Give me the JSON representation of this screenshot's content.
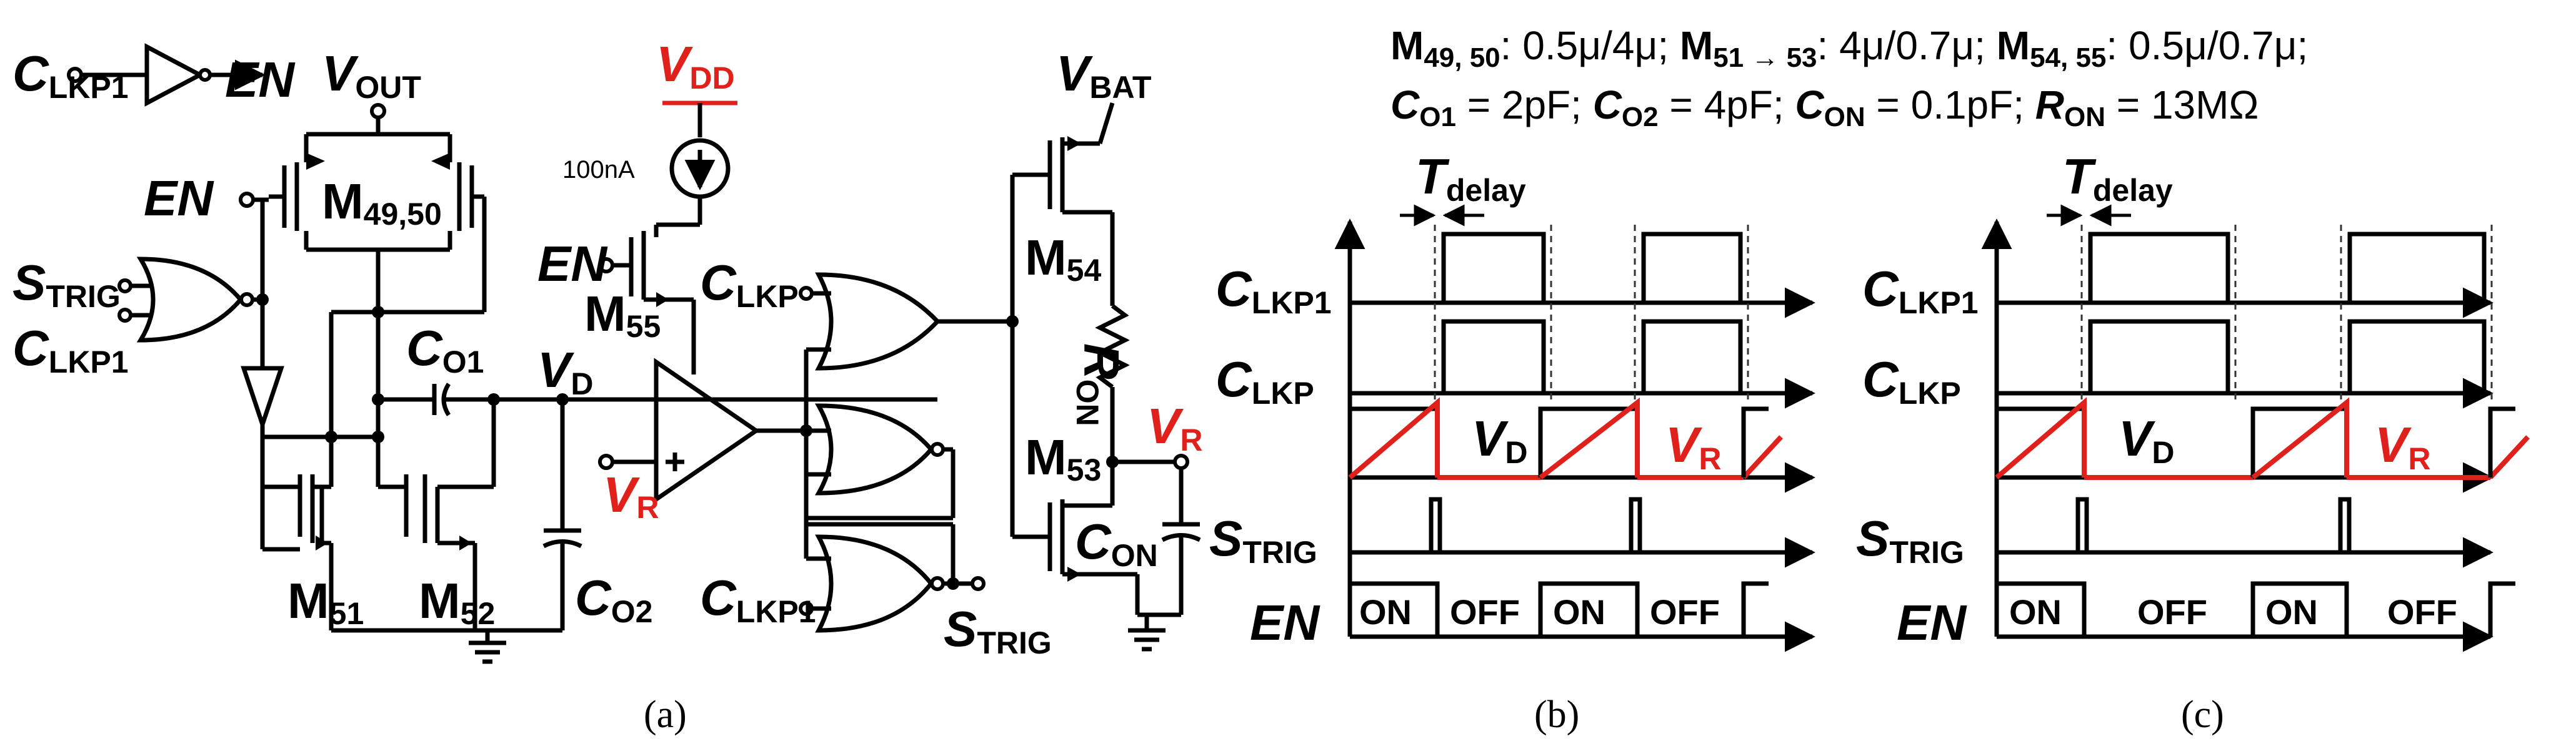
{
  "panel_a": {
    "clkp1_a": "C",
    "clkp1_a_sub": "LKP1",
    "en_out": "EN",
    "vout": "V",
    "vout_sub": "OUT",
    "en_in": "EN",
    "m4950": "M",
    "m4950_sub": "49,50",
    "strig": "S",
    "strig_sub": "TRIG",
    "clkp1_b": "C",
    "clkp1_b_sub": "LKP1",
    "co1": "C",
    "co1_sub": "O1",
    "vd": "V",
    "vd_sub": "D",
    "vdd": "V",
    "vdd_sub": "DD",
    "current": "100nA",
    "en_m55": "EN",
    "m55": "M",
    "m55_sub": "55",
    "clkp": "C",
    "clkp_sub": "LKP",
    "vr": "V",
    "vr_sub": "R",
    "m51": "M",
    "m51_sub": "51",
    "m52": "M",
    "m52_sub": "52",
    "co2": "C",
    "co2_sub": "O2",
    "clkp1_c": "C",
    "clkp1_c_sub": "LKP1",
    "strig_out": "S",
    "strig_out_sub": "TRIG",
    "vbat": "V",
    "vbat_sub": "BAT",
    "m54": "M",
    "m54_sub": "54",
    "ron": "R",
    "ron_sub": "ON",
    "vr_right": "V",
    "vr_right_sub": "R",
    "m53": "M",
    "m53_sub": "53",
    "con": "C",
    "con_sub": "ON"
  },
  "spec": {
    "line1": [
      {
        "t": "M",
        "b": true
      },
      {
        "t": "49, 50",
        "sub": true,
        "b": true
      },
      {
        "t": ": 0.5μ/4μ; "
      },
      {
        "t": "M",
        "b": true
      },
      {
        "t": "51 → 53",
        "sub": true,
        "b": true
      },
      {
        "t": ": 4μ/0.7μ; "
      },
      {
        "t": "M",
        "b": true
      },
      {
        "t": "54, 55",
        "sub": true,
        "b": true
      },
      {
        "t": ": 0.5μ/0.7μ;"
      }
    ],
    "line2": [
      {
        "t": "C",
        "b": true,
        "i": true
      },
      {
        "t": "O1",
        "sub": true,
        "b": true
      },
      {
        "t": " = 2pF; "
      },
      {
        "t": "C",
        "b": true,
        "i": true
      },
      {
        "t": "O2",
        "sub": true,
        "b": true
      },
      {
        "t": " = 4pF; "
      },
      {
        "t": "C",
        "b": true,
        "i": true
      },
      {
        "t": "ON",
        "sub": true,
        "b": true
      },
      {
        "t": " = 0.1pF; "
      },
      {
        "t": "R",
        "b": true,
        "i": true
      },
      {
        "t": "ON",
        "sub": true,
        "b": true
      },
      {
        "t": " = 13MΩ"
      }
    ]
  },
  "panel_b": {
    "tdelay": "T",
    "tdelay_sub": "delay",
    "clkp1": "C",
    "clkp1_sub": "LKP1",
    "clkp": "C",
    "clkp_sub": "LKP",
    "vd": "V",
    "vd_sub": "D",
    "vr": "V",
    "vr_sub": "R",
    "strig": "S",
    "strig_sub": "TRIG",
    "en": "EN",
    "states": [
      "ON",
      "OFF",
      "ON",
      "OFF"
    ]
  },
  "panel_c": {
    "tdelay": "T",
    "tdelay_sub": "delay",
    "clkp1": "C",
    "clkp1_sub": "LKP1",
    "clkp": "C",
    "clkp_sub": "LKP",
    "vd": "V",
    "vd_sub": "D",
    "vr": "V",
    "vr_sub": "R",
    "strig": "S",
    "strig_sub": "TRIG",
    "en": "EN",
    "states": [
      "ON",
      "OFF",
      "ON",
      "OFF"
    ]
  },
  "captions": {
    "a": "(a)",
    "b": "(b)",
    "c": "(c)"
  },
  "colors": {
    "highlight": "#e0201b",
    "ink": "#000000"
  }
}
